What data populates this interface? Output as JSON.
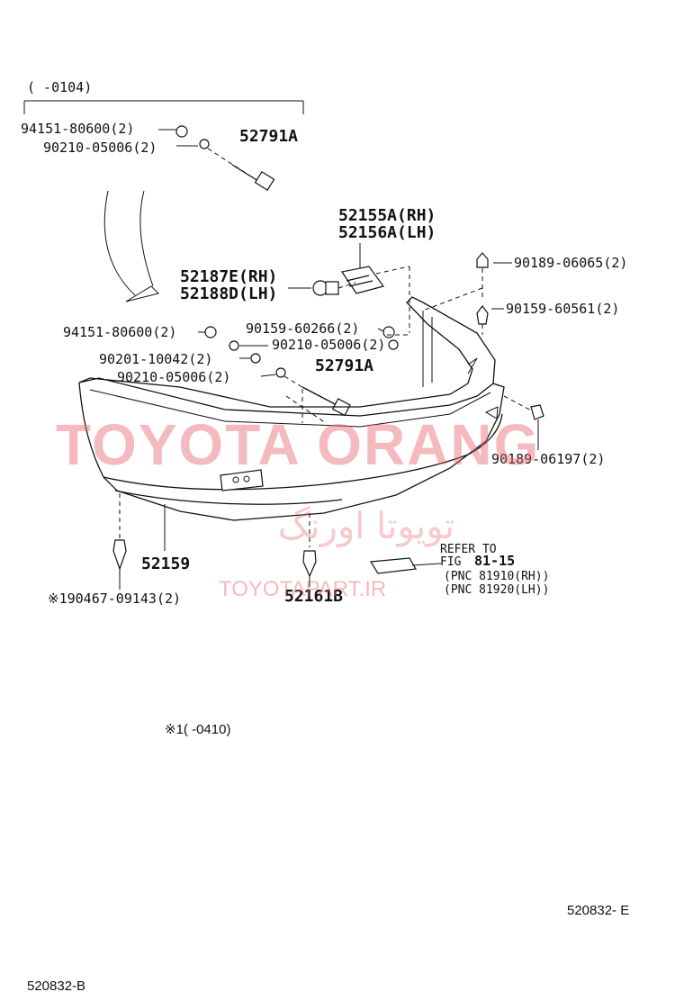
{
  "diagram_id_bottom": "520832-B",
  "diagram_id_right": "520832- E",
  "date_range_top": "(        -0104)",
  "footnote": "※1(        -0410)",
  "watermark": {
    "brand": "TOYOTA ORANG",
    "persian": "تویوتا اورنگ",
    "url": "TOYOTAPART.IR",
    "color": "#e8676e"
  },
  "callouts": {
    "p94151_top": "94151-80600(2)",
    "p90210_top": "90210-05006(2)",
    "p52791A_top": "52791A",
    "p52155A": "52155A(RH)",
    "p52156A": "52156A(LH)",
    "p52187E": "52187E(RH)",
    "p52188D": "52188D(LH)",
    "p90189_06065": "90189-06065(2)",
    "p90159_60561": "90159-60561(2)",
    "p94151_mid": "94151-80600(2)",
    "p90159_60266": "90159-60266(2)",
    "p90210_mid1": "90210-05006(2)",
    "p90201": "90201-10042(2)",
    "p90210_mid2": "90210-05006(2)",
    "p52791A_mid": "52791A",
    "p90189_06197": "90189-06197(2)",
    "p52159": "52159",
    "p190467": "※190467-09143(2)",
    "p52161B": "52161B",
    "refer_1": "REFER TO",
    "refer_2": "FIG",
    "refer_fig": "81-15",
    "pnc_rh": "(PNC 81910(RH))",
    "pnc_lh": "(PNC 81920(LH))"
  }
}
